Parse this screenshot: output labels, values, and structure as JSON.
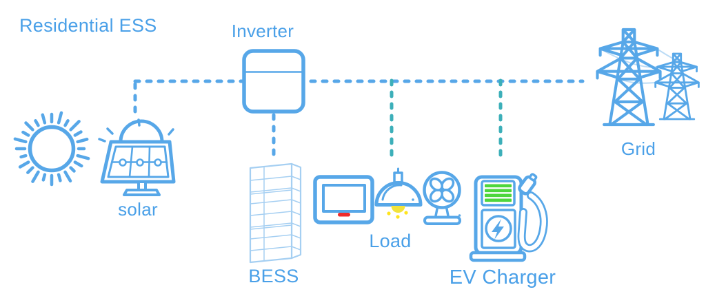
{
  "colors": {
    "blue": "#57a7e8",
    "text_blue": "#4aa0e8",
    "teal": "#3cafb9",
    "light_blue": "#a5cff2",
    "green": "#4ed63c",
    "red": "#ee2b2b",
    "yellow": "#f2e33b",
    "yellow_bright": "#ffe41e",
    "background": "#ffffff"
  },
  "diagram": {
    "title": "Residential ESS",
    "nodes": {
      "solar": {
        "label": "solar",
        "icons": [
          "sun-icon",
          "solar-panel-icon"
        ]
      },
      "inverter": {
        "label": "Inverter",
        "icons": [
          "inverter-icon"
        ]
      },
      "bess": {
        "label": "BESS",
        "icons": [
          "battery-stack-icon"
        ]
      },
      "load": {
        "label": "Load",
        "icons": [
          "tv-icon",
          "pendant-lamp-icon",
          "fan-icon"
        ]
      },
      "ev_charger": {
        "label": "EV Charger",
        "icons": [
          "ev-charging-station-icon"
        ]
      },
      "grid": {
        "label": "Grid",
        "icons": [
          "transmission-towers-icon"
        ]
      }
    },
    "connections": [
      {
        "from": "solar",
        "to": "ac-bus",
        "style": "dashed",
        "color": "blue"
      },
      {
        "from": "inverter",
        "to": "ac-bus",
        "style": "dashed",
        "color": "blue"
      },
      {
        "from": "inverter",
        "to": "bess",
        "style": "dashed",
        "color": "blue"
      },
      {
        "from": "ac-bus",
        "to": "load",
        "style": "dashed",
        "color": "teal"
      },
      {
        "from": "ac-bus",
        "to": "ev_charger",
        "style": "dashed",
        "color": "teal"
      },
      {
        "from": "ac-bus",
        "to": "grid",
        "style": "dashed",
        "color": "blue"
      }
    ]
  }
}
